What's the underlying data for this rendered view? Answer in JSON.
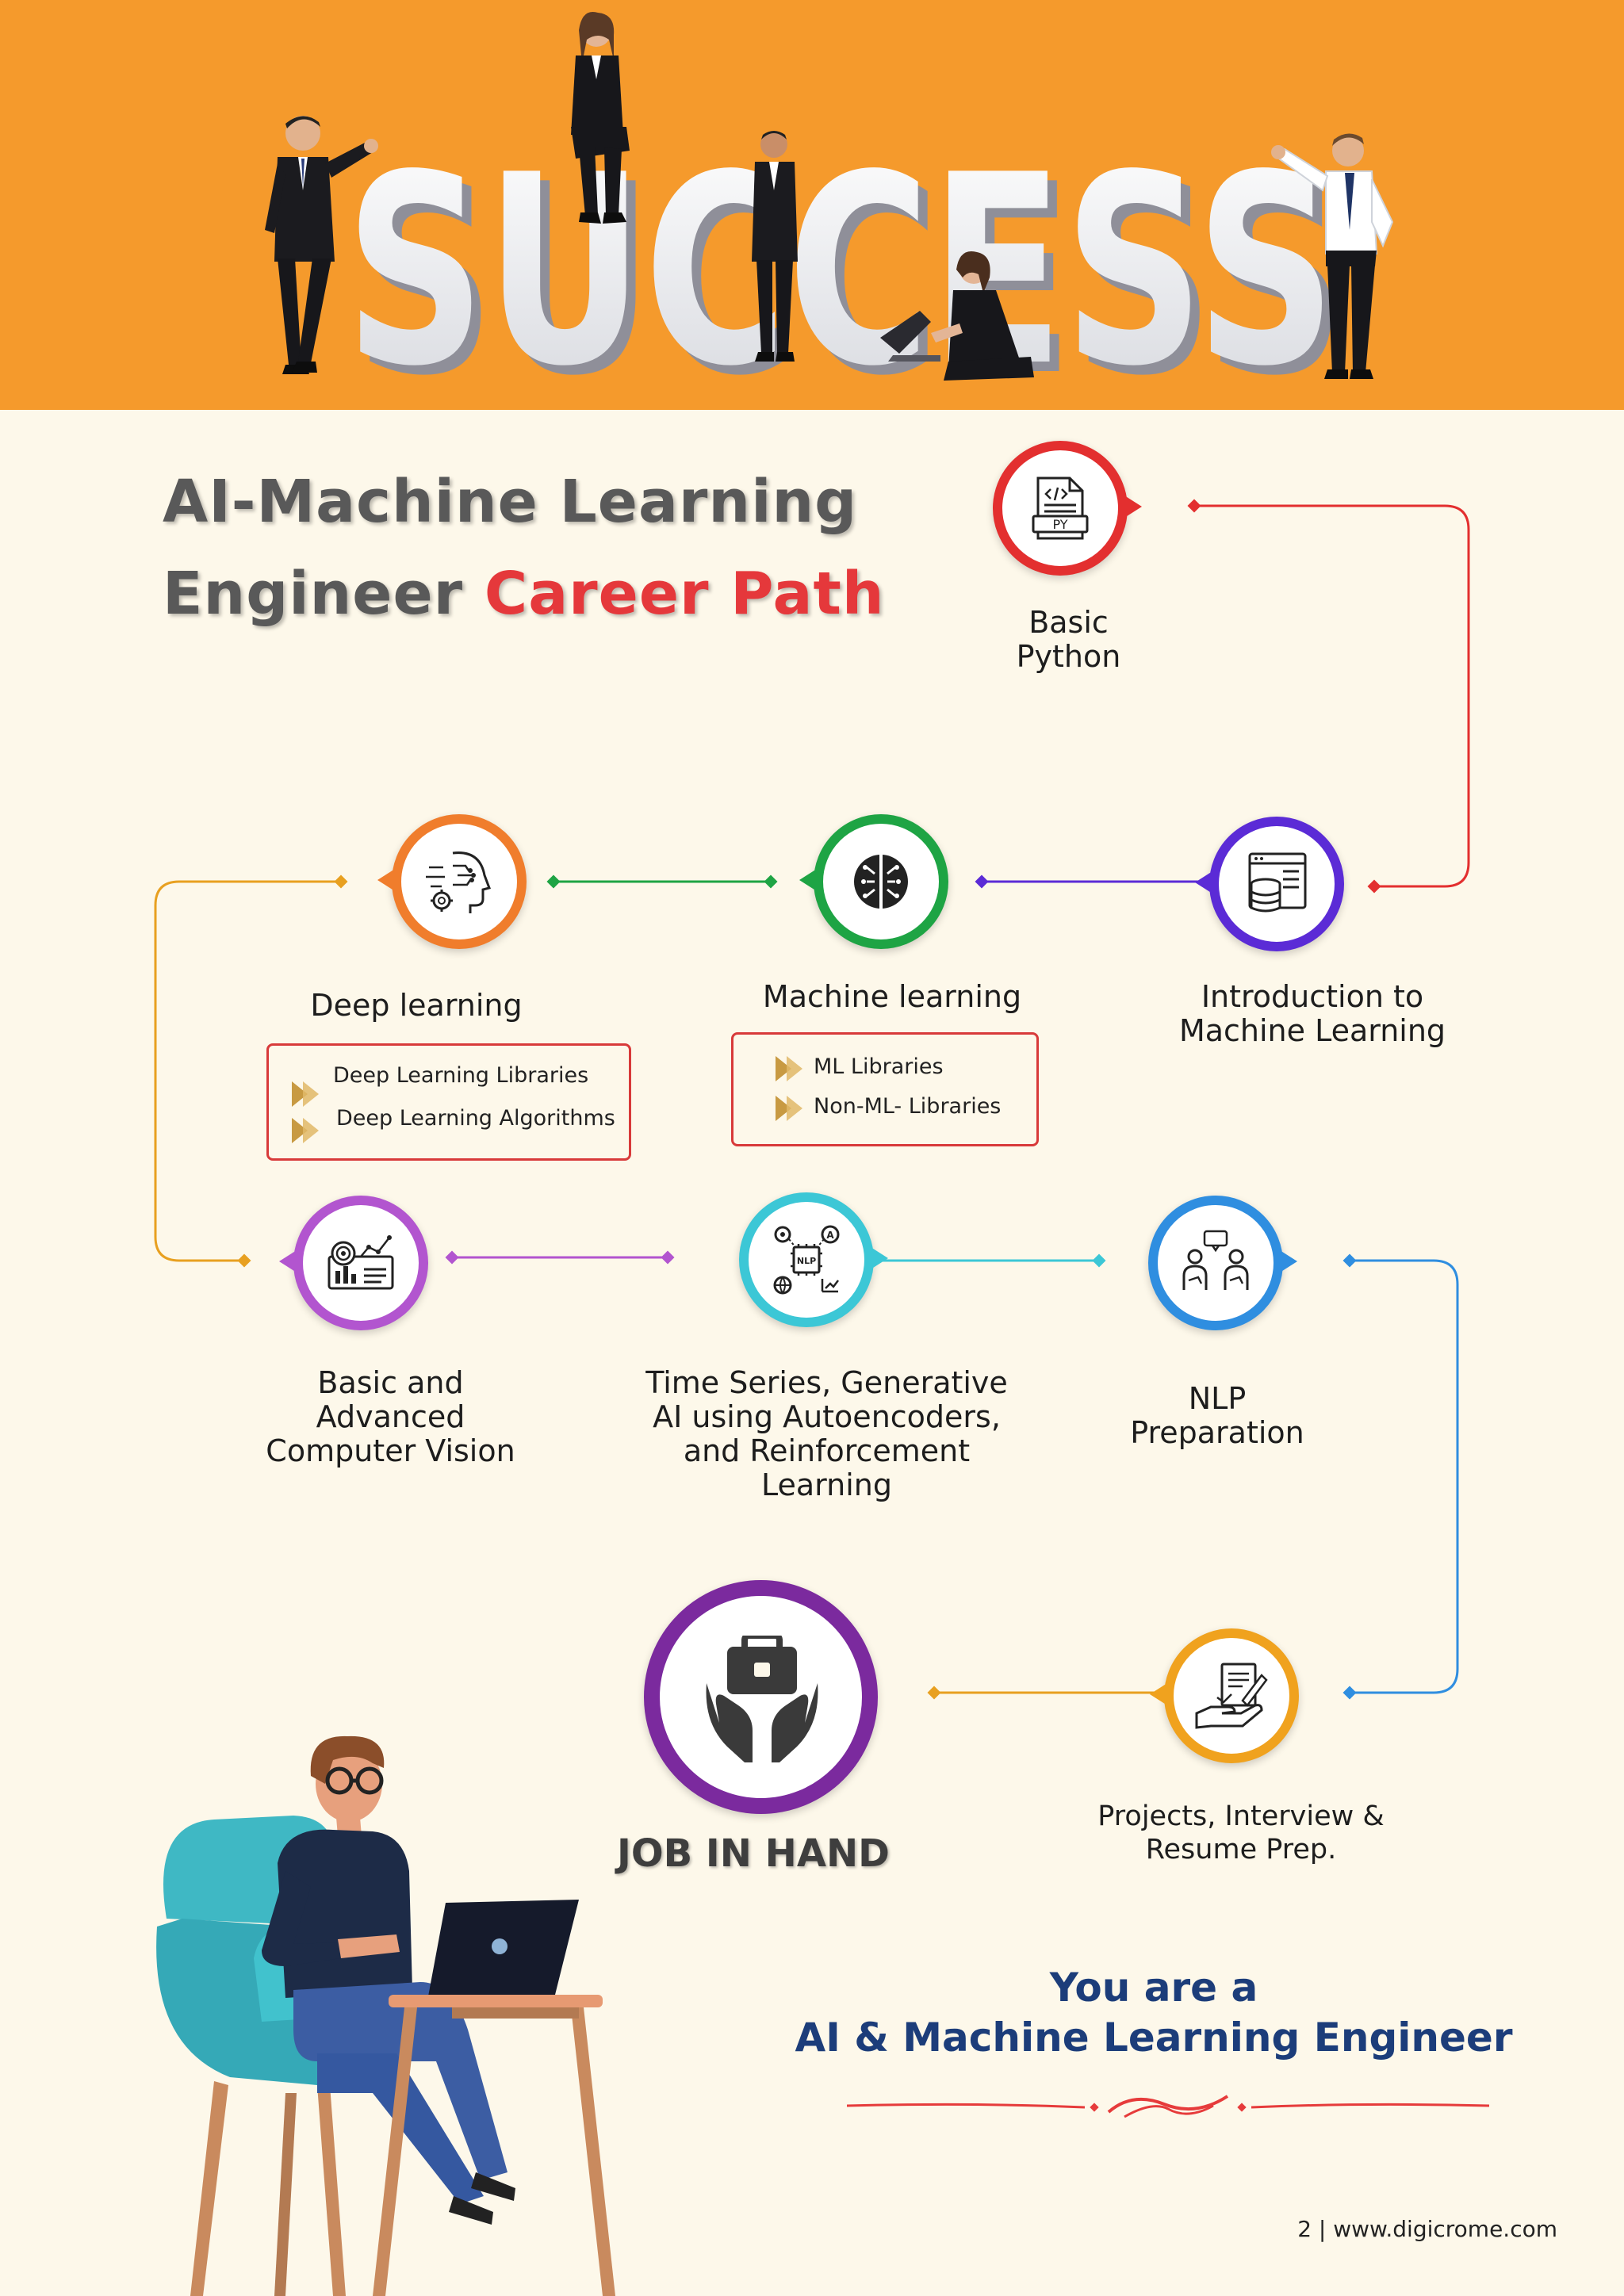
{
  "banner": {
    "hero_word": "SUCCESS"
  },
  "title": {
    "line1": "AI-Machine Learning",
    "line2_prefix": "Engineer",
    "line2_accent": "Career Path"
  },
  "steps": {
    "python": {
      "label_l1": "Basic",
      "label_l2": "Python",
      "badge": "PY",
      "color": "#e32f2f",
      "icon": "python-file-icon"
    },
    "intro_ml": {
      "label_l1": "Introduction to",
      "label_l2": "Machine Learning",
      "color": "#5b2bd6",
      "icon": "database-window-icon"
    },
    "ml": {
      "label": "Machine learning",
      "color": "#1ea444",
      "icon": "chip-gear-icon",
      "sub_items": [
        "ML Libraries",
        "Non-ML- Libraries"
      ]
    },
    "dl": {
      "label": "Deep learning",
      "color": "#f07d2c",
      "icon": "brain-head-icon",
      "sub_items": [
        "Deep Learning Libraries",
        "Deep Learning Algorithms"
      ]
    },
    "cv": {
      "label_l1": "Basic and",
      "label_l2": "Advanced",
      "label_l3": "Computer Vision",
      "color": "#b255cf",
      "icon": "vision-chart-icon"
    },
    "ts": {
      "label_l1": "Time Series, Generative",
      "label_l2": "AI using Autoencoders,",
      "label_l3": "and Reinforcement",
      "label_l4": "Learning",
      "color": "#3cc7d6",
      "icon": "nlp-network-icon",
      "chip_text": "NLP"
    },
    "nlp": {
      "label_l1": "NLP",
      "label_l2": "Preparation",
      "color": "#2f8ee0",
      "icon": "people-chat-icon"
    },
    "projects": {
      "label_l1": "Projects, Interview &",
      "label_l2": "Resume Prep.",
      "color": "#f0a21e",
      "icon": "resume-hand-icon"
    }
  },
  "job": {
    "label": "JOB IN HAND",
    "color": "#7b2a9e",
    "icon": "briefcase-hands-icon"
  },
  "final": {
    "line1": "You are a",
    "line2": "AI & Machine Learning Engineer"
  },
  "footer": {
    "text": "2 | www.digicrome.com"
  }
}
